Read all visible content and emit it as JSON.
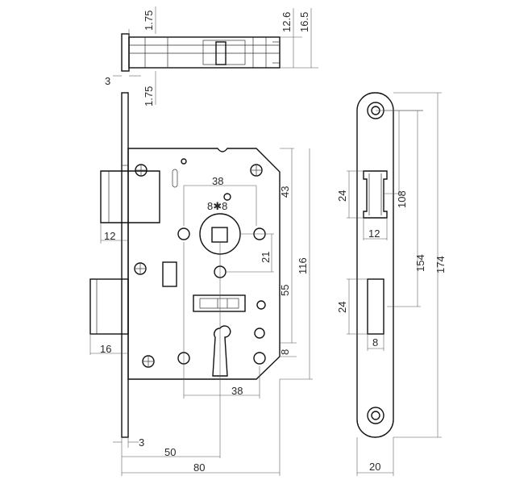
{
  "drawing": {
    "top_view_dimensions": [
      "1.75",
      "12.6",
      "16.5",
      "3",
      "1.75"
    ],
    "lock_body_dimensions": [
      "38",
      "8✱8",
      "43",
      "21",
      "116",
      "55",
      "8",
      "12",
      "16",
      "38",
      "3",
      "50",
      "80"
    ],
    "faceplate_dimensions": [
      "24",
      "108",
      "12",
      "154",
      "174",
      "24",
      "8",
      "20"
    ]
  }
}
